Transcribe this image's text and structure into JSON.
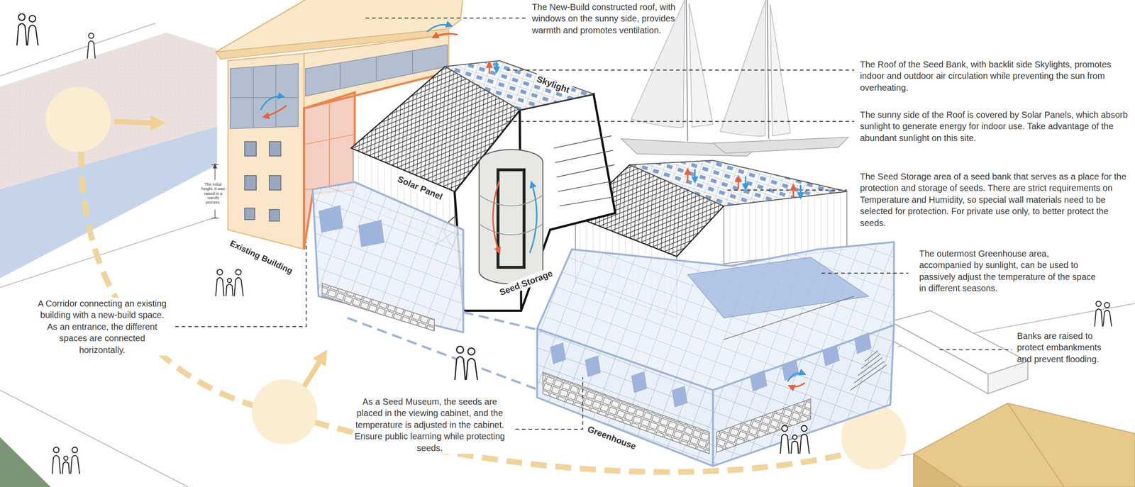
{
  "diagram": {
    "labels": [
      "The New-Build constructed roof, with windows on the sunny side, provides warmth and promotes ventilation.",
      "The Roof of the Seed Bank, with backlit side Skylights, promotes indoor and outdoor air circulation while preventing the sun from overheating.",
      "Skylight",
      "The sunny side of the Roof is covered by Solar Panels, which absorb sunlight to generate energy for indoor use. Take advantage of the abundant sunlight on this site.",
      "Solar Panel",
      "The Seed Storage area of a seed bank that serves as a place for the protection and storage of seeds. There are strict requirements on Temperature and Humidity, so special wall materials need to be selected for protection. For private use only, to better protect the seeds.",
      "The initial height. It was raised in a retrofit process.",
      "Existing Building",
      "Seed Storage",
      "The outermost Greenhouse area, accompanied by sunlight, can be used to passively adjust the temperature of the space in different seasons.",
      "A Corridor connecting an existing building with a new-build space. As an entrance, the different spaces are connected horizontally.",
      "Banks are raised to protect embankments and prevent flooding.",
      "As a Seed Museum, the seeds are placed in the viewing cabinet, and the temperature is adjusted in the cabinet. Ensure public learning while protecting seeds.",
      "Greenhouse"
    ]
  }
}
